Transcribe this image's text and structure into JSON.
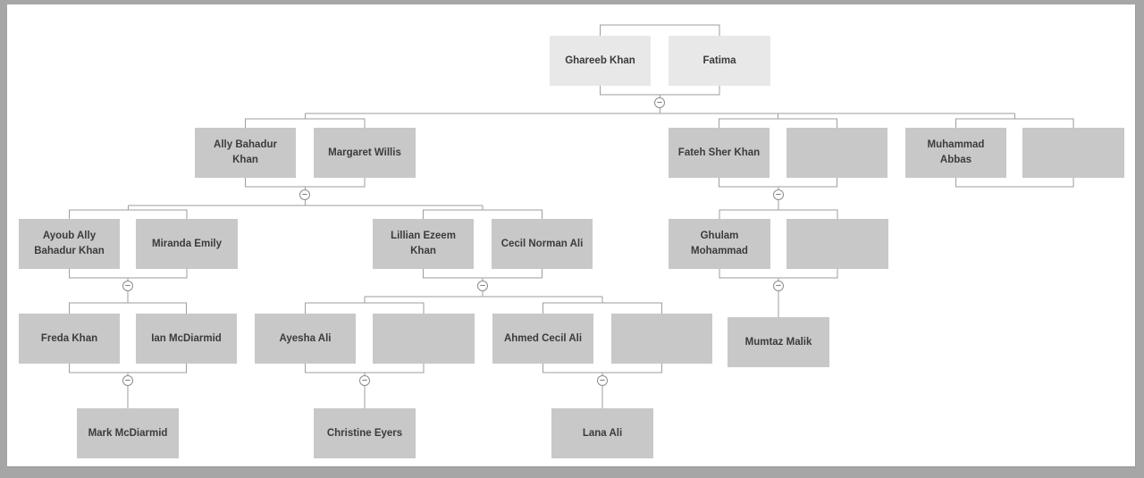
{
  "diagram": {
    "type": "family-tree",
    "toggle_glyph": "−",
    "colors": {
      "frame": "#a6a6a6",
      "canvas": "#ffffff",
      "box": "#c8c8c8",
      "root_box": "#e8e8e8",
      "line": "#9e9e9e",
      "text": "#3b3b3b"
    },
    "people": {
      "ghareeb": {
        "name": "Ghareeb Khan"
      },
      "fatima": {
        "name": "Fatima"
      },
      "ally": {
        "name": "Ally Bahadur Khan"
      },
      "margaret": {
        "name": "Margaret Willis"
      },
      "fateh": {
        "name": "Fateh Sher Khan"
      },
      "fateh_spouse": {
        "name": ""
      },
      "muhammad": {
        "name": "Muhammad Abbas"
      },
      "muhammad_spouse": {
        "name": ""
      },
      "ayoub": {
        "name": "Ayoub Ally Bahadur Khan"
      },
      "miranda": {
        "name": "Miranda Emily"
      },
      "lillian": {
        "name": "Lillian Ezeem Khan"
      },
      "cecil": {
        "name": "Cecil Norman Ali"
      },
      "ghulam": {
        "name": "Ghulam Mohammad"
      },
      "ghulam_spouse": {
        "name": ""
      },
      "freda": {
        "name": "Freda Khan"
      },
      "ian": {
        "name": "Ian McDiarmid"
      },
      "ayesha": {
        "name": "Ayesha Ali"
      },
      "ayesha_spouse": {
        "name": ""
      },
      "ahmed": {
        "name": "Ahmed Cecil Ali"
      },
      "ahmed_spouse": {
        "name": ""
      },
      "mumtaz": {
        "name": "Mumtaz Malik"
      },
      "mark": {
        "name": "Mark McDiarmid"
      },
      "christine": {
        "name": "Christine Eyers"
      },
      "lana": {
        "name": "Lana Ali"
      }
    },
    "units": {
      "u1": {
        "partners": [
          "ghareeb",
          "fatima"
        ],
        "children_units": [
          "u2",
          "u3",
          "u4"
        ]
      },
      "u2": {
        "partners": [
          "ally",
          "margaret"
        ],
        "children_units": [
          "u5",
          "u6"
        ]
      },
      "u3": {
        "partners": [
          "fateh",
          "fateh_spouse"
        ],
        "children_units": [
          "u7"
        ]
      },
      "u4": {
        "partners": [
          "muhammad",
          "muhammad_spouse"
        ],
        "children_units": []
      },
      "u5": {
        "partners": [
          "ayoub",
          "miranda"
        ],
        "children_units": [
          "u8"
        ]
      },
      "u6": {
        "partners": [
          "lillian",
          "cecil"
        ],
        "children_units": [
          "u9",
          "u10"
        ]
      },
      "u7": {
        "partners": [
          "ghulam",
          "ghulam_spouse"
        ],
        "children_units": [
          "u11"
        ]
      },
      "u8": {
        "partners": [
          "freda",
          "ian"
        ],
        "children_units": [
          "u12"
        ]
      },
      "u9": {
        "partners": [
          "ayesha",
          "ayesha_spouse"
        ],
        "children_units": [
          "u13"
        ]
      },
      "u10": {
        "partners": [
          "ahmed",
          "ahmed_spouse"
        ],
        "children_units": [
          "u14"
        ]
      },
      "u11": {
        "partners": [
          "mumtaz"
        ],
        "children_units": []
      },
      "u12": {
        "partners": [
          "mark"
        ],
        "children_units": []
      },
      "u13": {
        "partners": [
          "christine"
        ],
        "children_units": []
      },
      "u14": {
        "partners": [
          "lana"
        ],
        "children_units": []
      }
    }
  }
}
